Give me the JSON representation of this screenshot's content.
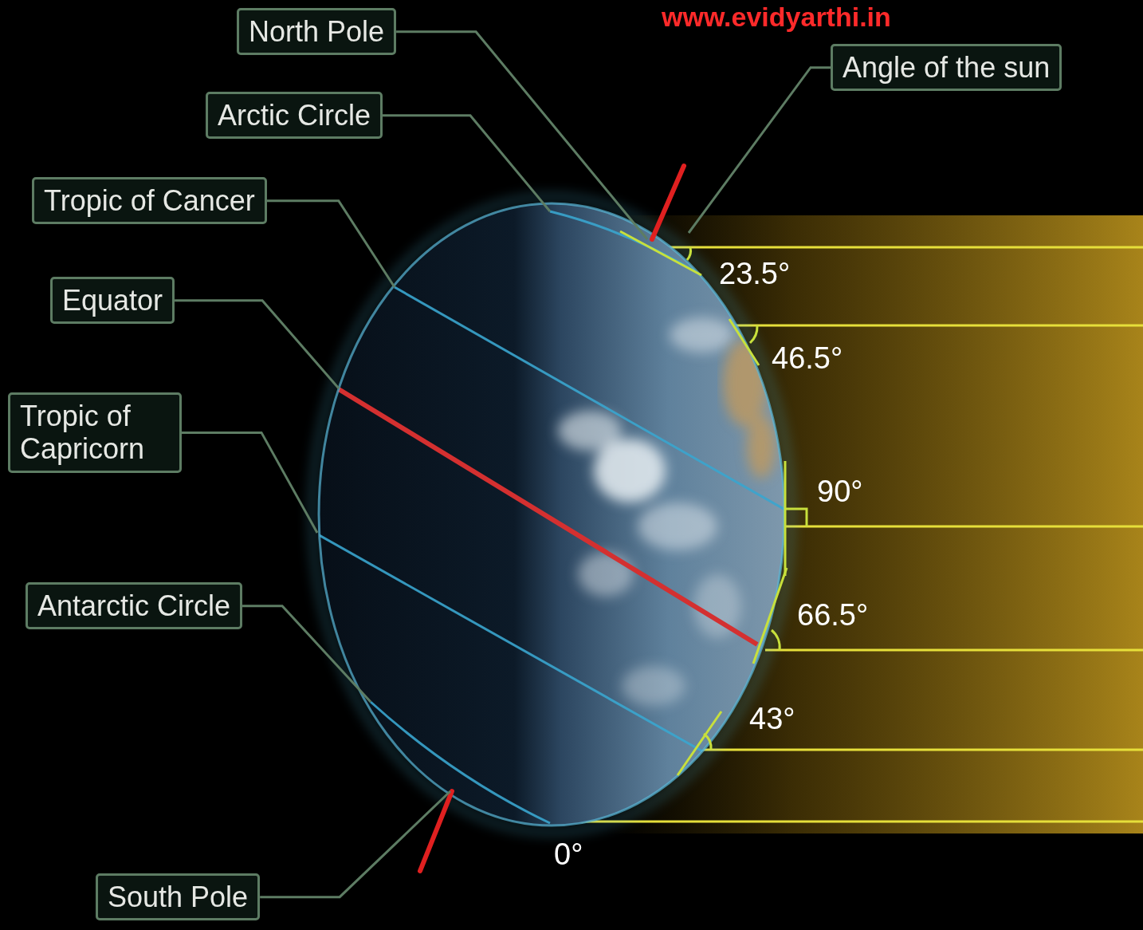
{
  "diagram": {
    "nodes": [
      {
        "text": [
          "North Pole"
        ]
      },
      {
        "text": [
          "Angle of the sun"
        ]
      },
      {
        "text": [
          "Arctic Circle"
        ]
      },
      {
        "text": [
          "Tropic of Cancer"
        ]
      },
      {
        "text": [
          "Equator"
        ]
      },
      {
        "text": [
          "Tropic of Capricorn"
        ]
      },
      {
        "text": [
          "Antarctic Circle"
        ]
      },
      {
        "text": [
          "South Pole"
        ]
      }
    ],
    "labels": [
      "23.5°",
      "46.5°",
      "90°",
      "66.5°",
      "43°",
      "0°",
      "www.evidyarthi.in"
    ]
  }
}
